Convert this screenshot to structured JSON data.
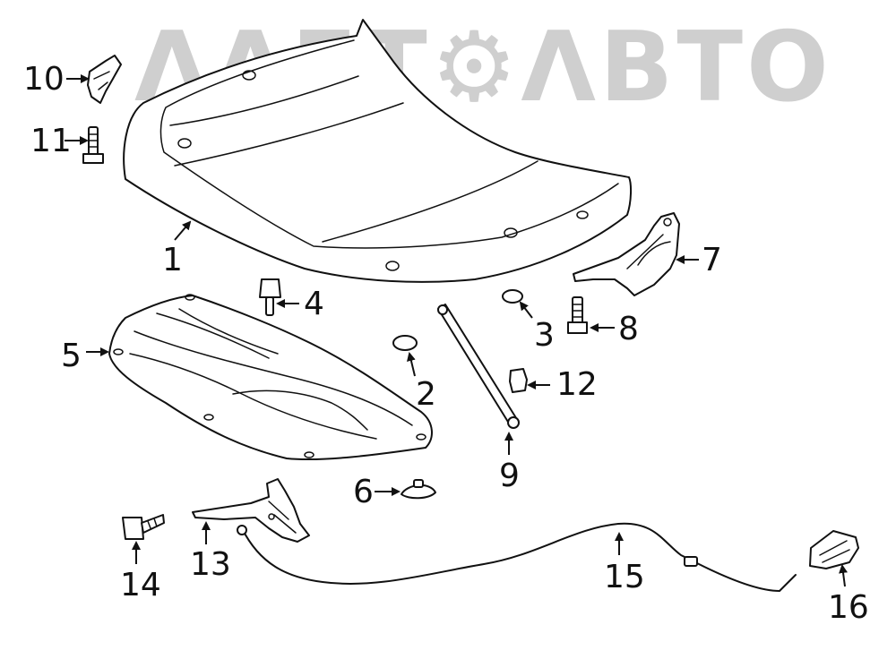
{
  "watermark": {
    "text": "ΛΛΕΤ⚙ΛΒΤΟ",
    "color": "#cfcfcf"
  },
  "colors": {
    "line": "#111111",
    "background": "#ffffff"
  },
  "callouts": [
    {
      "id": "1",
      "label": "1"
    },
    {
      "id": "2",
      "label": "2"
    },
    {
      "id": "3",
      "label": "3"
    },
    {
      "id": "4",
      "label": "4"
    },
    {
      "id": "5",
      "label": "5"
    },
    {
      "id": "6",
      "label": "6"
    },
    {
      "id": "7",
      "label": "7"
    },
    {
      "id": "8",
      "label": "8"
    },
    {
      "id": "9",
      "label": "9"
    },
    {
      "id": "10",
      "label": "10"
    },
    {
      "id": "11",
      "label": "11"
    },
    {
      "id": "12",
      "label": "12"
    },
    {
      "id": "13",
      "label": "13"
    },
    {
      "id": "14",
      "label": "14"
    },
    {
      "id": "15",
      "label": "15"
    },
    {
      "id": "16",
      "label": "16"
    }
  ]
}
